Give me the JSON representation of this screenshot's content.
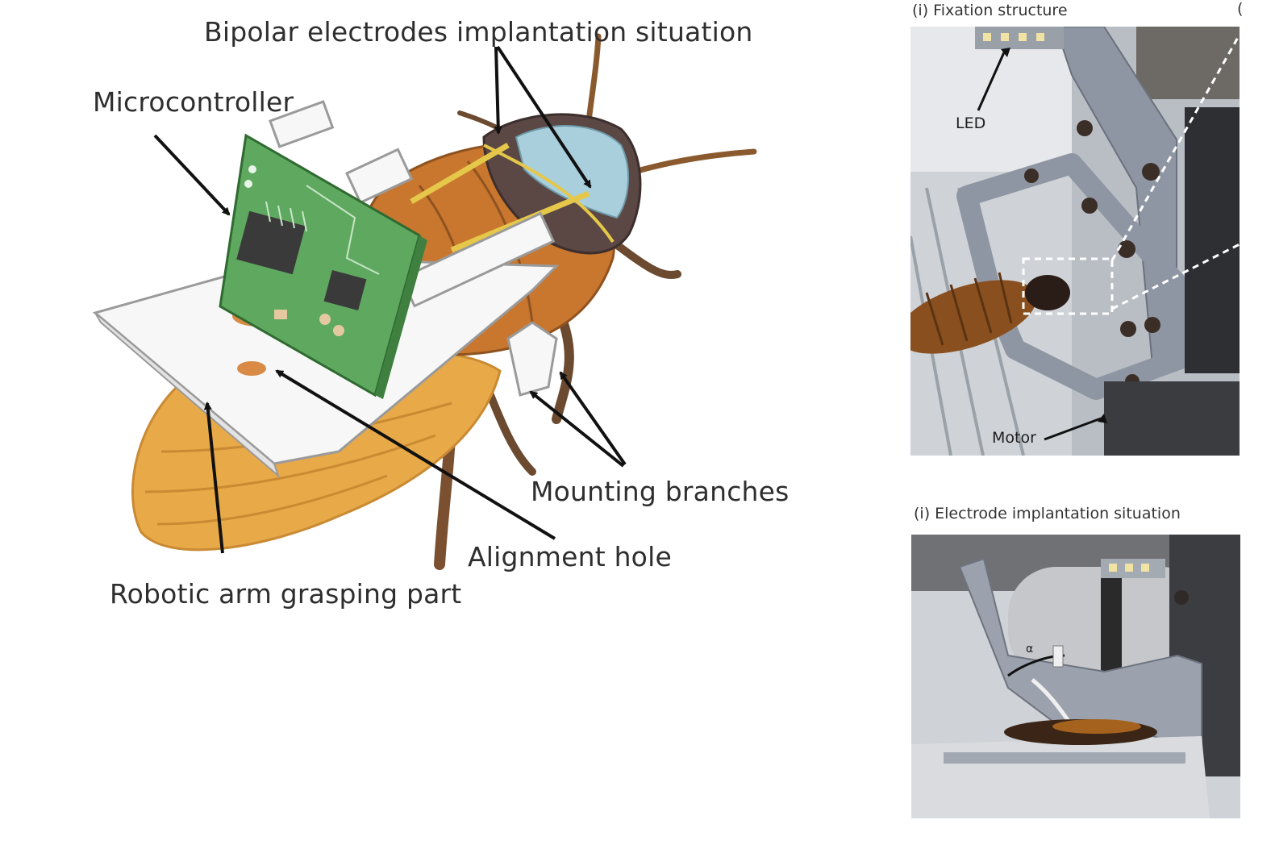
{
  "illustration": {
    "labels": {
      "bipolar": "Bipolar electrodes implantation situation",
      "microcontroller": "Microcontroller",
      "mounting": "Mounting branches",
      "alignment": "Alignment hole",
      "robotic": "Robotic arm grasping part"
    },
    "colors": {
      "pcb": "#5fa85f",
      "chip": "#3a3a3a",
      "body": "#c9762e",
      "abdomen": "#e8a948",
      "head": "#5b4744",
      "pronotum_shield": "#a9cfdc",
      "plate": "#f5f5f5",
      "electrode": "#e5c84a"
    }
  },
  "panels": {
    "fixation": {
      "title": "(i) Fixation structure",
      "led_label": "LED",
      "motor_label": "Motor"
    },
    "electrode": {
      "title": "(i) Electrode implantation situation",
      "angle_label": "α"
    },
    "edge_mark": "("
  }
}
